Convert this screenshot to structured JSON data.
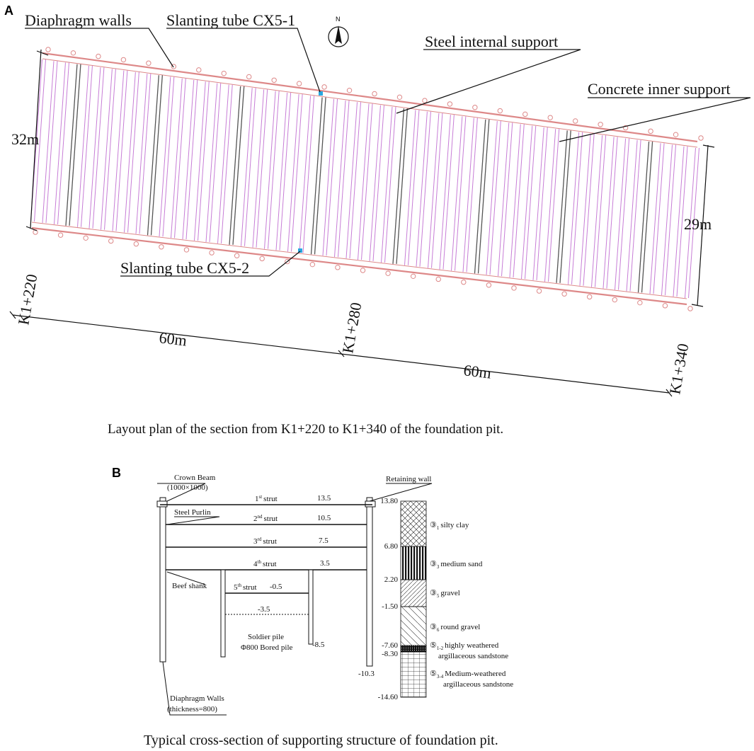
{
  "panel_a": {
    "letter": "A",
    "labels": {
      "diaphragm_walls": "Diaphragm walls",
      "slanting_tube_1": "Slanting tube CX5-1",
      "slanting_tube_2": "Slanting tube CX5-2",
      "steel_support": "Steel internal support",
      "concrete_support": "Concrete inner support",
      "north": "N"
    },
    "dimensions": {
      "width_left": "32m",
      "width_right": "29m",
      "len_1": "60m",
      "len_2": "60m"
    },
    "chainages": [
      "K1+220",
      "K1+280",
      "K1+340"
    ],
    "caption": "Layout plan of the section from K1+220 to K1+340 of the foundation pit."
  },
  "panel_b": {
    "letter": "B",
    "labels": {
      "crown_beam": "Crown Beam",
      "crown_beam_size": "(1000×1000)",
      "retaining_wall": "Retaining wall",
      "steel_purlin": "Steel Purlin",
      "beef_shank": "Beef shank",
      "soldier_pile": "Soldier pile",
      "bored_pile": "Φ800 Bored pile",
      "diaphragm_walls": "Diaphragm Walls",
      "thickness": "(thickness=800)"
    },
    "struts": [
      {
        "num": "1",
        "sup": "st",
        "word": "strut",
        "elev": "13.5"
      },
      {
        "num": "2",
        "sup": "nd",
        "word": "strut",
        "elev": "10.5"
      },
      {
        "num": "3",
        "sup": "rd",
        "word": "strut",
        "elev": "7.5"
      },
      {
        "num": "4",
        "sup": "th",
        "word": "strut",
        "elev": "3.5"
      },
      {
        "num": "5",
        "sup": "th",
        "word": "strut",
        "elev": "-0.5"
      }
    ],
    "excavation_bottom": "-3.5",
    "pile_tip_soldier": "-8.5",
    "pile_tip_wall": "-10.3",
    "soil_elevations": [
      "13.80",
      "6.80",
      "2.20",
      "-1.50",
      "-7.60",
      "-8.30",
      "-14.60"
    ],
    "soil_layers": [
      {
        "sym": "③",
        "sub": "1",
        "name": "silty clay"
      },
      {
        "sym": "③",
        "sub": "3",
        "name": "medium sand"
      },
      {
        "sym": "③",
        "sub": "5",
        "name": "gravel"
      },
      {
        "sym": "③",
        "sub": "6",
        "name": "round gravel"
      },
      {
        "sym": "⑤",
        "sub": "1-2",
        "name": "highly weathered",
        "name2": "argillaceous sandstone"
      },
      {
        "sym": "⑤",
        "sub": "3-4",
        "name": "Medium-weathered",
        "name2": "argillaceous sandstone"
      }
    ],
    "caption": "Typical cross-section of supporting structure of foundation pit."
  },
  "colors": {
    "strut": "#c77dd6",
    "wall": "#d88",
    "concrete": "#555",
    "tube": "#29a8e0"
  }
}
